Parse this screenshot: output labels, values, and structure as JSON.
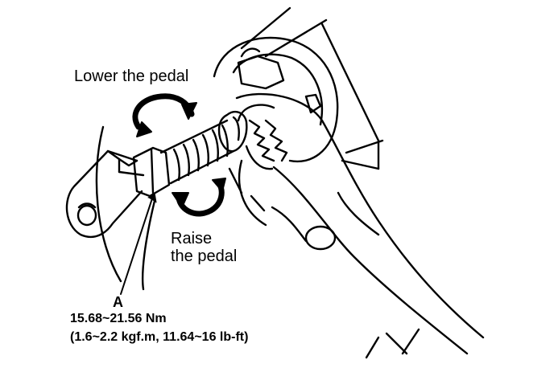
{
  "labels": {
    "lower_pedal": "Lower the pedal",
    "raise_pedal_line1": "Raise",
    "raise_pedal_line2": "the pedal",
    "callout": "A",
    "torque_nm": "15.68~21.56 Nm",
    "torque_alt": "(1.6~2.2 kgf.m, 11.64~16 lb-ft)"
  },
  "colors": {
    "ink": "#000000",
    "paper": "#ffffff"
  }
}
